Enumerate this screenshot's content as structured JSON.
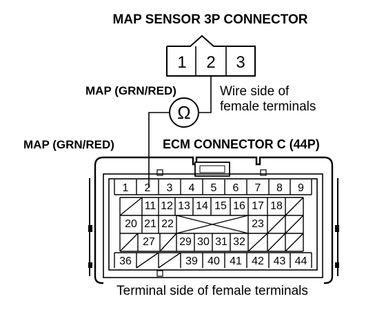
{
  "labels": {
    "title": "MAP SENSOR 3P CONNECTOR",
    "probe_wire": "MAP (GRN/RED)",
    "wire_side_line1": "Wire side of",
    "wire_side_line2": "female terminals",
    "ecm_wire": "MAP (GRN/RED)",
    "ecm_title": "ECM CONNECTOR C (44P)",
    "terminal_side": "Terminal side of female terminals",
    "ohm_symbol": "Ω"
  },
  "sensor_pins": [
    "1",
    "2",
    "3"
  ],
  "ecm_rows": [
    [
      "1",
      "2",
      "3",
      "4",
      "5",
      "6",
      "7",
      "8",
      "9"
    ],
    [
      "",
      "11",
      "12",
      "13",
      "14",
      "15",
      "16",
      "17",
      "18",
      ""
    ],
    [
      "20",
      "21",
      "22",
      "",
      "",
      "",
      "",
      "23",
      "",
      ""
    ],
    [
      "",
      "27",
      "",
      "29",
      "30",
      "31",
      "32",
      "",
      "",
      ""
    ],
    [
      "36",
      "",
      "",
      "39",
      "40",
      "41",
      "42",
      "43",
      "44"
    ]
  ]
}
